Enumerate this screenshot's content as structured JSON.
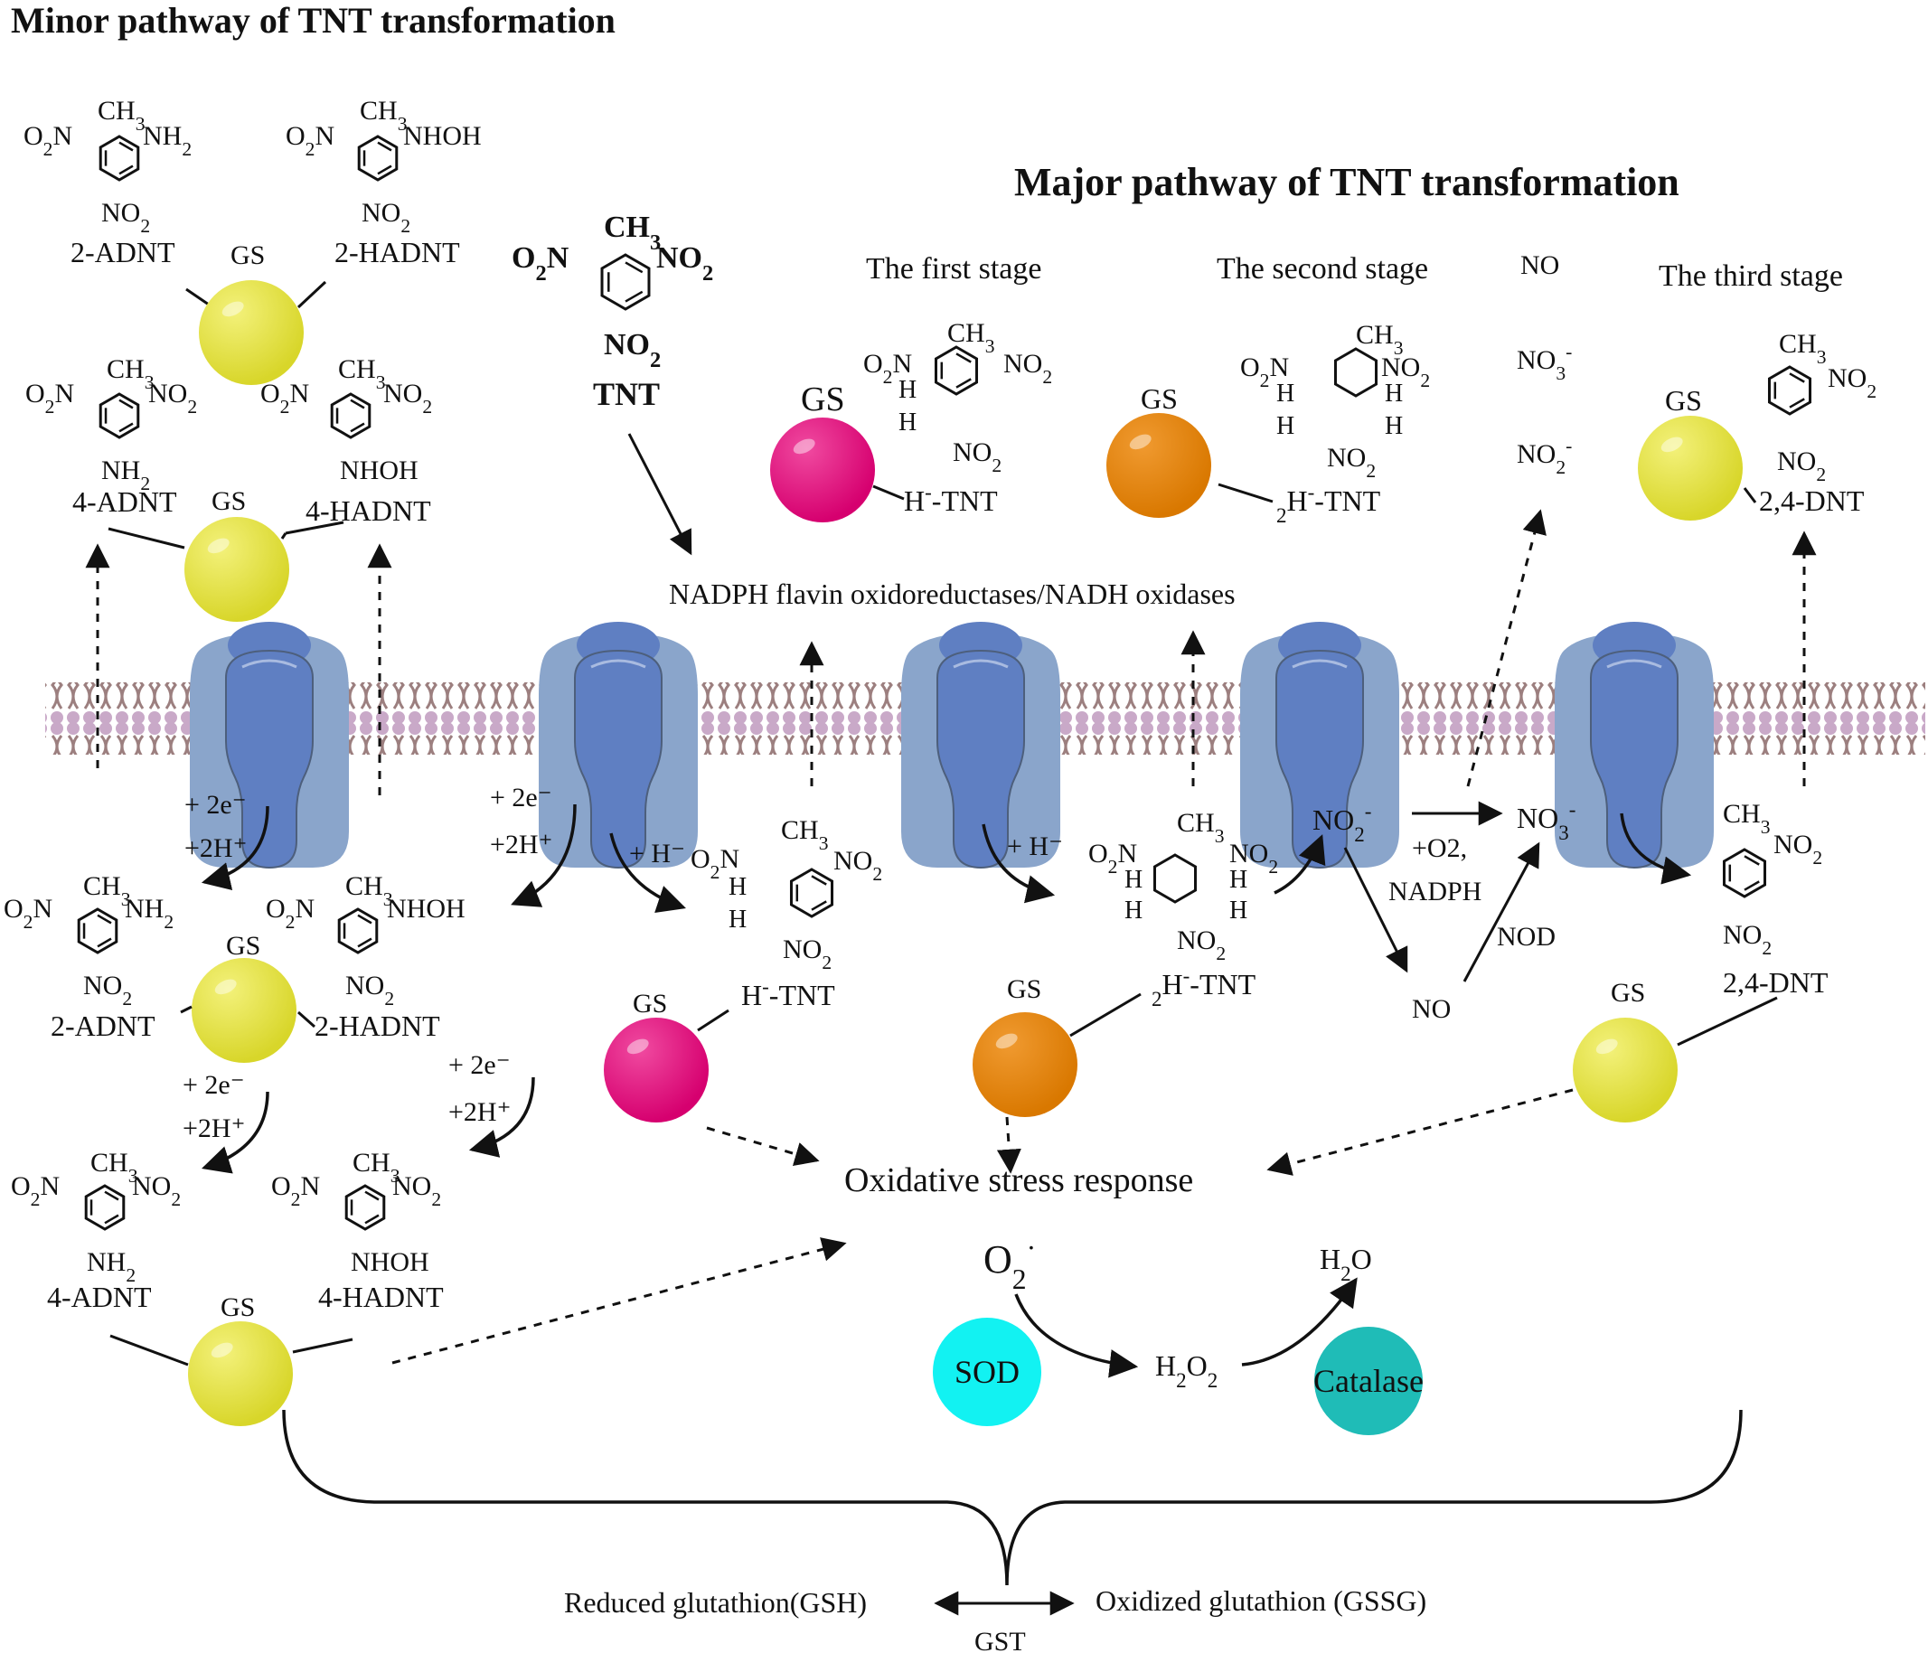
{
  "titles": {
    "minor": "Minor pathway of TNT transformation",
    "major": "Major pathway of TNT transformation"
  },
  "stages": {
    "first": {
      "label": "The first stage",
      "color": "#7a1f4a"
    },
    "second": {
      "label": "The second stage",
      "color": "#d98a1a"
    },
    "third": {
      "label": "The third stage",
      "color": "#d8cc20"
    }
  },
  "colors": {
    "gs_yellow": "#e0de3a",
    "gs_pink": "#e0007a",
    "gs_orange": "#e07f00",
    "sod": "#12f2f2",
    "catalase": "#1fbcb7",
    "protein_dark": "#5f7fc2",
    "protein_light": "#8aa5cb",
    "membrane": "#c8a6c6",
    "membrane_core": "#a08080"
  },
  "labels": {
    "gs": "GS",
    "adnt2": "2-ADNT",
    "hadnt2": "2-HADNT",
    "adnt4": "4-ADNT",
    "hadnt4": "4-HADNT",
    "tnt": "TNT",
    "htnt": "H⁻-TNT",
    "h2tnt": "2H⁻-TNT",
    "dnt24": "2,4-DNT",
    "ch3": "CH3",
    "no2": "NO2",
    "o2n": "O2N",
    "nh2": "NH2",
    "nhoh": "NHOH",
    "h": "H",
    "enzyme": "NADPH flavin oxidoreductases/NADH oxidases",
    "no": "NO",
    "no3": "NO3⁻",
    "no2m": "NO2⁻",
    "plus2e": "+ 2e⁻",
    "plus2h": "+2H⁺",
    "plush": "+ H⁻",
    "o2nadph1": "+O2,",
    "o2nadph2": "NADPH",
    "nod": "NOD",
    "oxstress": "Oxidative stress response",
    "o2rad": "O2·",
    "h2o2": "H2O2",
    "h2o": "H2O",
    "sod": "SOD",
    "catalase": "Catalase",
    "gsh": "Reduced glutathion(GSH)",
    "gssg": "Oxidized glutathion (GSSG)",
    "gst": "GST"
  }
}
